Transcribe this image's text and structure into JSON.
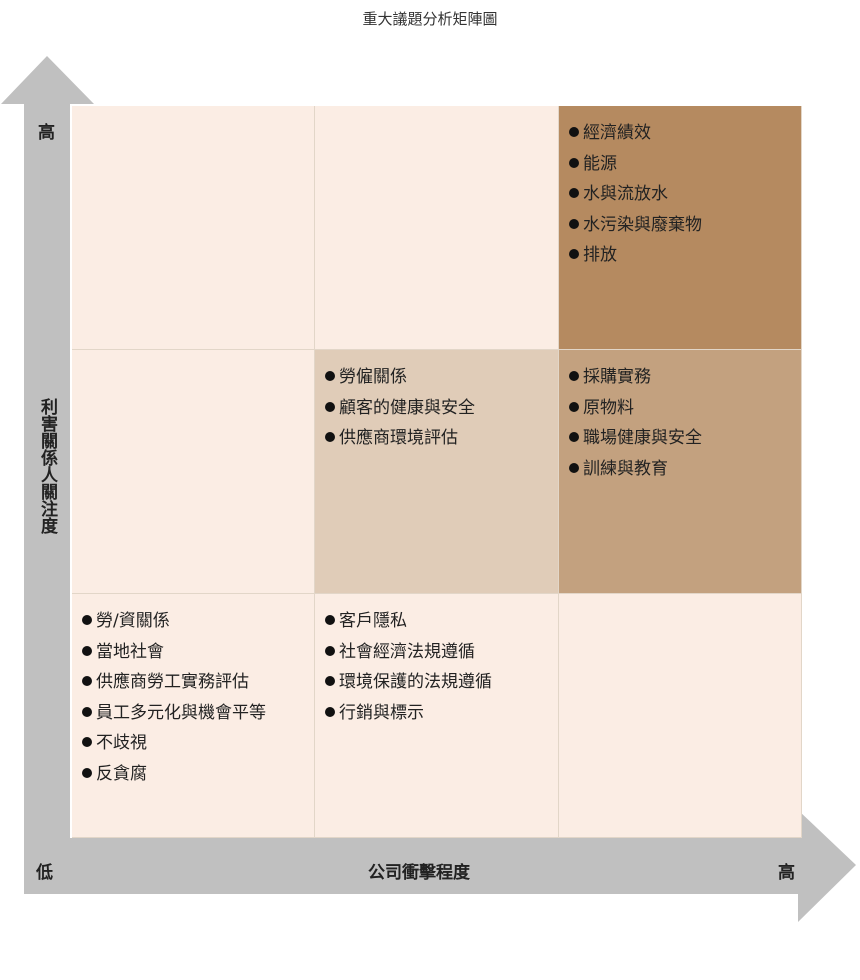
{
  "title": "重大議題分析矩陣圖",
  "y_axis": {
    "label": "利害關係人關注度",
    "high": "高"
  },
  "x_axis": {
    "label": "公司衝擊程度",
    "low": "低",
    "high": "高"
  },
  "colors": {
    "light": "#fbede4",
    "medium": "#e0ccb8",
    "tan": "#c3a17f",
    "dark": "#b58a60",
    "arrow": "#c0c0c0"
  },
  "cells": {
    "high_high": [
      "經濟績效",
      "能源",
      "水與流放水",
      "水污染與廢棄物",
      "排放"
    ],
    "mid_mid": [
      "勞僱關係",
      "顧客的健康與安全",
      "供應商環境評估"
    ],
    "mid_high": [
      "採購實務",
      "原物料",
      "職場健康與安全",
      "訓練與教育"
    ],
    "low_low": [
      "勞/資關係",
      "當地社會",
      "供應商勞工實務評估",
      "員工多元化與機會平等",
      "不歧視",
      "反貪腐"
    ],
    "low_mid": [
      "客戶隱私",
      "社會經濟法規遵循",
      "環境保護的法規遵循",
      "行銷與標示"
    ]
  }
}
